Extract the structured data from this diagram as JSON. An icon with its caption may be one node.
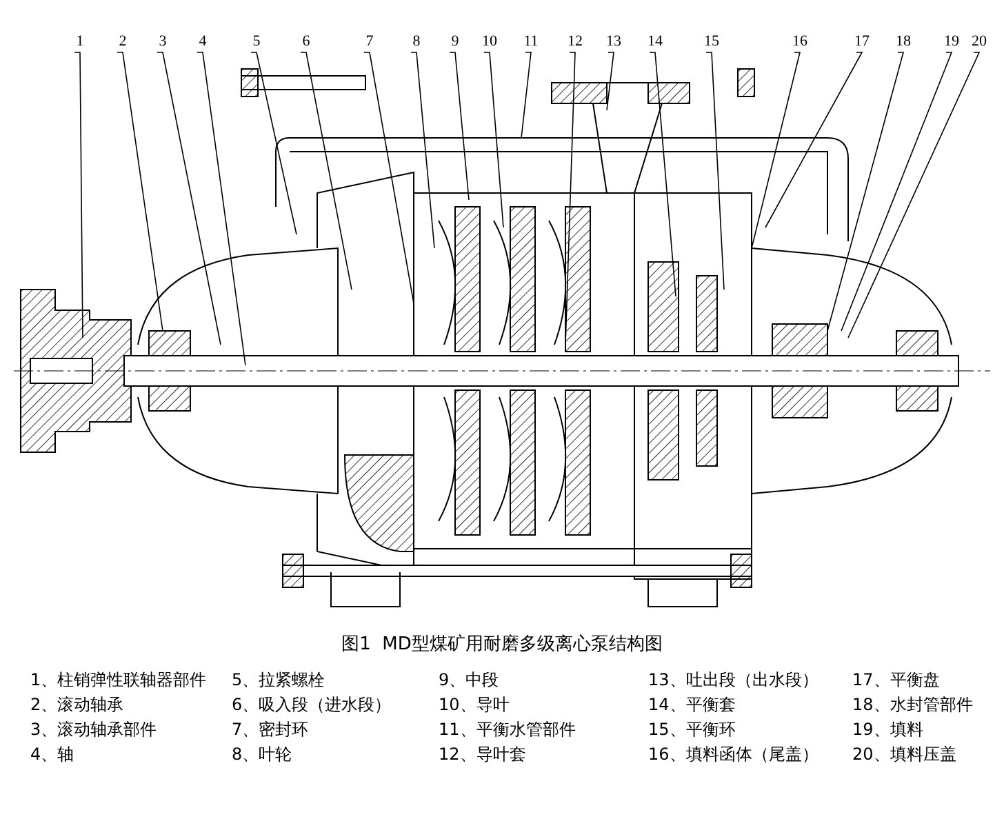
{
  "diagram": {
    "caption": "图1  MD型煤矿用耐磨多级离心泵结构图",
    "nodes": [
      {
        "text": [
          "1"
        ]
      },
      {
        "text": [
          "2"
        ]
      },
      {
        "text": [
          "3"
        ]
      },
      {
        "text": [
          "4"
        ]
      },
      {
        "text": [
          "5"
        ]
      },
      {
        "text": [
          "6"
        ]
      },
      {
        "text": [
          "7"
        ]
      },
      {
        "text": [
          "8"
        ]
      },
      {
        "text": [
          "9"
        ]
      },
      {
        "text": [
          "10"
        ]
      },
      {
        "text": [
          "11"
        ]
      },
      {
        "text": [
          "12"
        ]
      },
      {
        "text": [
          "13"
        ]
      },
      {
        "text": [
          "14"
        ]
      },
      {
        "text": [
          "15"
        ]
      },
      {
        "text": [
          "16"
        ]
      },
      {
        "text": [
          "17"
        ]
      },
      {
        "text": [
          "18"
        ]
      },
      {
        "text": [
          "19"
        ]
      },
      {
        "text": [
          "20"
        ]
      }
    ],
    "edges": [
      {
        "from": 0,
        "to": null,
        "arrow": "none"
      },
      {
        "from": 1,
        "to": null,
        "arrow": "none"
      },
      {
        "from": 2,
        "to": null,
        "arrow": "none"
      },
      {
        "from": 3,
        "to": null,
        "arrow": "none"
      },
      {
        "from": 4,
        "to": null,
        "arrow": "none"
      },
      {
        "from": 5,
        "to": null,
        "arrow": "none"
      },
      {
        "from": 6,
        "to": null,
        "arrow": "none"
      },
      {
        "from": 7,
        "to": null,
        "arrow": "none"
      },
      {
        "from": 8,
        "to": null,
        "arrow": "none"
      },
      {
        "from": 9,
        "to": null,
        "arrow": "none"
      },
      {
        "from": 10,
        "to": null,
        "arrow": "none"
      },
      {
        "from": 11,
        "to": null,
        "arrow": "none"
      },
      {
        "from": 12,
        "to": null,
        "arrow": "none"
      },
      {
        "from": 13,
        "to": null,
        "arrow": "none"
      },
      {
        "from": 14,
        "to": null,
        "arrow": "none"
      },
      {
        "from": 15,
        "to": null,
        "arrow": "none"
      },
      {
        "from": 16,
        "to": null,
        "arrow": "none"
      },
      {
        "from": 17,
        "to": null,
        "arrow": "none"
      },
      {
        "from": 18,
        "to": null,
        "arrow": "none"
      },
      {
        "from": 19,
        "to": null,
        "arrow": "none"
      }
    ],
    "labels": [
      "1、柱销弹性联轴器部件",
      "5、拉紧螺栓",
      "9、中段",
      "13、吐出段（出水段）",
      "17、平衡盘",
      "2、滚动轴承",
      "6、吸入段（进水段）",
      "10、导叶",
      "14、平衡套",
      "18、水封管部件",
      "3、滚动轴承部件",
      "7、密封环",
      "11、平衡水管部件",
      "15、平衡环",
      "19、填料",
      "4、轴",
      "8、叶轮",
      "12、导叶套",
      "16、填料函体（尾盖）",
      "20、填料压盖"
    ]
  }
}
